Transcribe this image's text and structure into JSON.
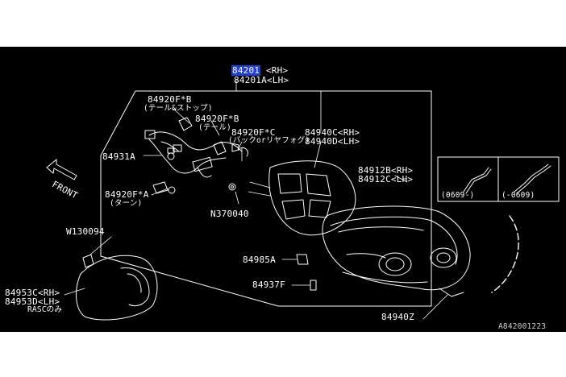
{
  "diagram": {
    "highlight_color": "#1f3fd6",
    "background_color": "#000000",
    "line_color": "#ffffff",
    "selected_part": "84201",
    "labels": {
      "p84201_suffix": "<RH>",
      "p84201a": "84201A<LH>",
      "p84920fb1": "84920F*B",
      "p84920fb1_note": "(テール&ストップ)",
      "p84920fb2": "84920F*B",
      "p84920fb2_note": "(テール)",
      "p84920fc": "84920F*C",
      "p84920fc_note": "(バックorリヤフォグ)",
      "p84940c": "84940C<RH>",
      "p84940d": "84940D<LH>",
      "p84931a": "84931A",
      "front": "FRONT",
      "p84920fa": "84920F*A",
      "p84920fa_note": "(ターン)",
      "p84912b": "84912B<RH>",
      "p84912c": "84912C<LH>",
      "date1": "(0609-)",
      "date2": "(-0609)",
      "n370040": "N370040",
      "w130094": "W130094",
      "p84985a": "84985A",
      "p84937f": "84937F",
      "p84953c": "84953C<RH>",
      "p84953d": "84953D<LH>",
      "rasc": "RASCのみ",
      "p84940z": "84940Z",
      "fig_code": "A842001223"
    }
  }
}
